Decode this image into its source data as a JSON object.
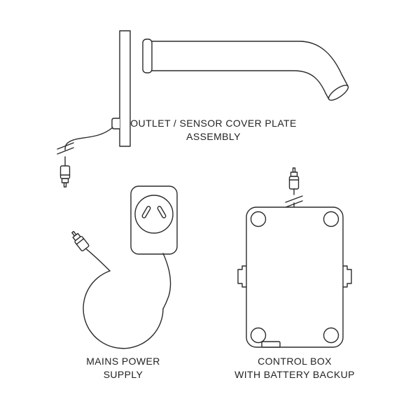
{
  "page": {
    "background": "#ffffff"
  },
  "diagram": {
    "line_color": "#2b2b2b",
    "text_color": "#232323",
    "parts": [
      {
        "id": "outlet-sensor-cover-plate-assembly",
        "label": [
          "OUTLET / SENSOR COVER PLATE",
          "ASSEMBLY"
        ]
      },
      {
        "id": "mains-power-supply",
        "label": [
          "MAINS POWER",
          "SUPPLY"
        ]
      },
      {
        "id": "control-box",
        "label": [
          "CONTROL BOX",
          "WITH BATTERY BACKUP"
        ]
      }
    ]
  }
}
